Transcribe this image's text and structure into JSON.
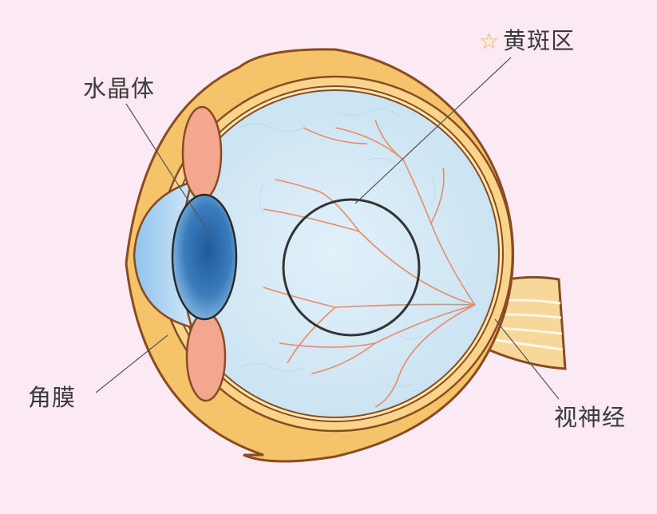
{
  "labels": {
    "macula": "黄斑区",
    "lens": "水晶体",
    "cornea": "角膜",
    "optic_nerve": "视神经"
  },
  "colors": {
    "background": "#fbeaf3",
    "sclera": "#f5c36a",
    "outline": "#8a4b22",
    "vitreous": "#d6eaf5",
    "lens": "#2c6aa8",
    "cornea": "#a9d1f1",
    "ciliary": "#f4a78f",
    "vessel": "#e98a6a",
    "star": "#e9b44c"
  }
}
